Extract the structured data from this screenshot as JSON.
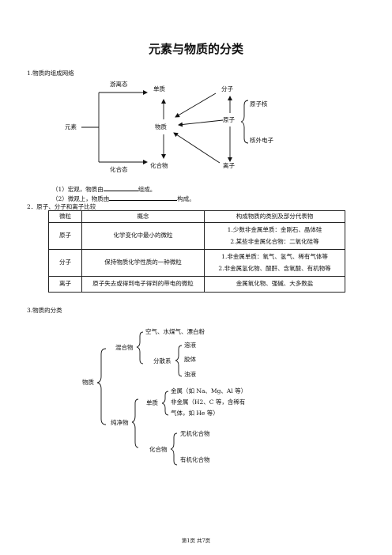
{
  "title": "元素与物质的分类",
  "section1": {
    "heading": "1.物质的组成网络",
    "diagram": {
      "yuansu": "元素",
      "youlitai": "游离态",
      "huahetai": "化合态",
      "danzhi": "单质",
      "wuzhi": "物质",
      "huahewu": "化合物",
      "fenzi": "分子",
      "yuanzi": "原子",
      "lizi": "离子",
      "yuanzihe": "原子核",
      "hewaidianzi": "核外电子"
    },
    "macro_prefix": "（1）宏观，物质由",
    "macro_suffix": "组成。",
    "micro_prefix": "（2）微观上，物质由",
    "micro_suffix": "构成。"
  },
  "section2": {
    "heading": "2．原子、分子和离子比较",
    "headers": [
      "微粒",
      "概念",
      "构成物质的类别及部分代表物"
    ],
    "rows": [
      {
        "particle": "原子",
        "concept": "化学变化中最小的微粒",
        "examples": [
          "1.少数非金属单质：金刚石、晶体硅",
          "2.某些非金属化合物：二氧化硅等"
        ]
      },
      {
        "particle": "分子",
        "concept": "保持物质化学性质的一种微粒",
        "examples": [
          "1.非金属单质：氧气、氢气、稀有气体等",
          "2.非金属氢化物、酸酐、含氧酸、有机物等"
        ]
      },
      {
        "particle": "离子",
        "concept": "原子失去或得到电子得到的带电的微粒",
        "examples": [
          "金属氧化物、强碱、大多数盐"
        ]
      }
    ]
  },
  "section3": {
    "heading": "3.物质的分类",
    "tree": {
      "root": "物质",
      "mixture": "混合物",
      "mixture_examples": "空气、水煤气、漂白粉",
      "dispersion": "分散系",
      "solution": "溶液",
      "colloid": "胶体",
      "suspension": "浊液",
      "pure": "纯净物",
      "element": "单质",
      "metal": "金属（如 Na、Mg、Al 等）",
      "nonmetal_1": "非金属（H2、C 等，含稀有",
      "nonmetal_2": "气体，如 He 等）",
      "compound": "化合物",
      "inorganic": "无机化合物",
      "organic": "有机化合物"
    }
  },
  "footer": "第1页 共7页"
}
